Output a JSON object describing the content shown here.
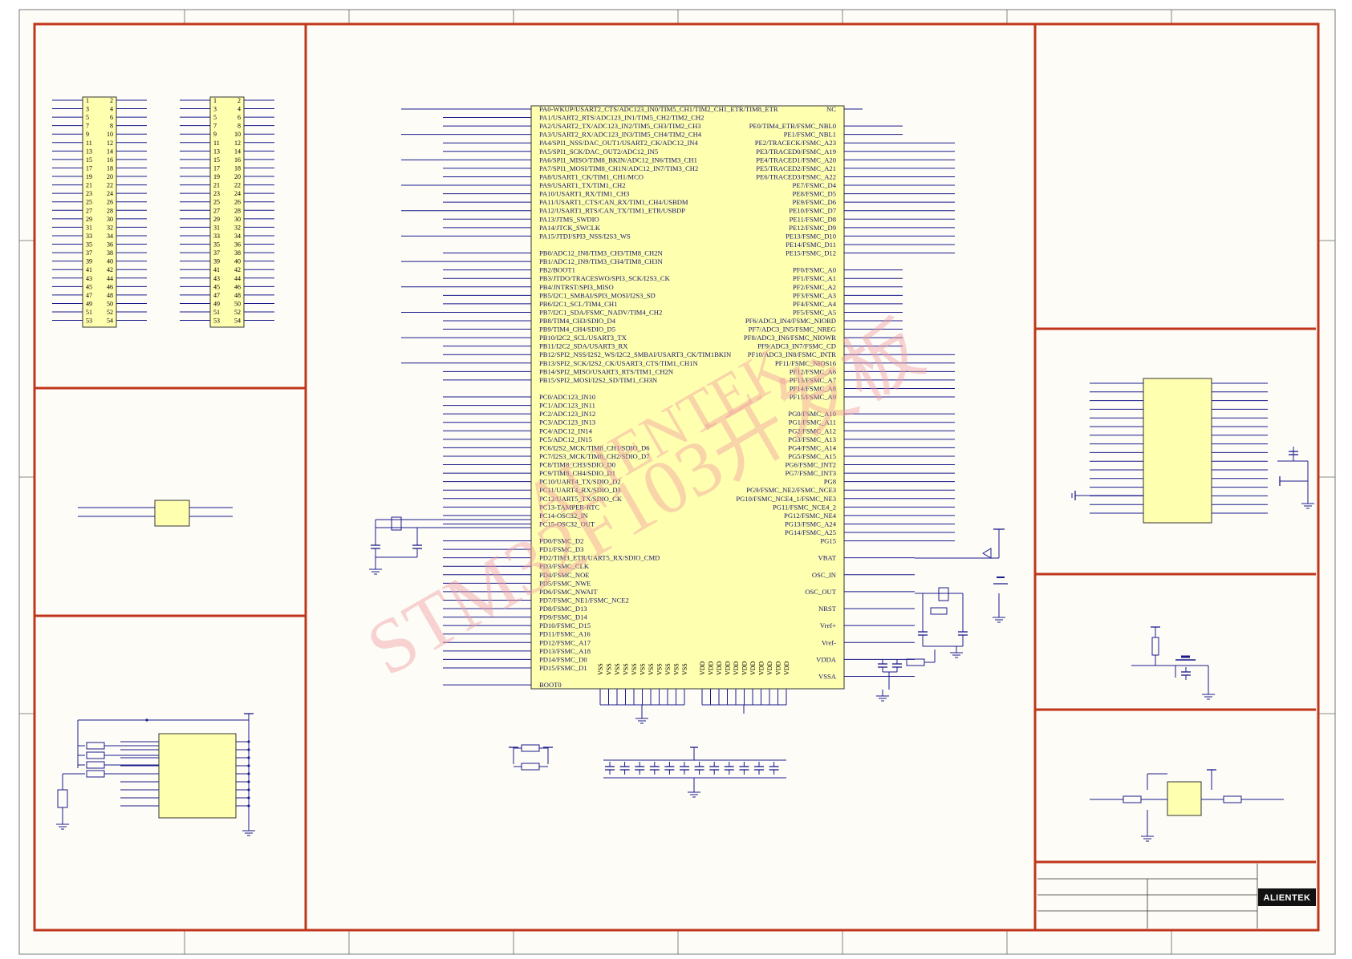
{
  "mcu": {
    "left_pins": [
      "PA0-WKUP/USART2_CTS/ADC123_IN0/TIM5_CH1/TIM2_CH1_ETR/TIM8_ETR",
      "PA1/USART2_RTS/ADC123_IN1/TIM5_CH2/TIM2_CH2",
      "PA2/USART2_TX/ADC123_IN2/TIM5_CH3/TIM2_CH3",
      "PA3/USART2_RX/ADC123_IN3/TIM5_CH4/TIM2_CH4",
      "PA4/SPI1_NSS/DAC_OUT1/USART2_CK/ADC12_IN4",
      "PA5/SPI1_SCK/DAC_OUT2/ADC12_IN5",
      "PA6/SPI1_MISO/TIM8_BKIN/ADC12_IN6/TIM3_CH1",
      "PA7/SPI1_MOSI/TIM8_CH1N/ADC12_IN7/TIM3_CH2",
      "PA8/USART1_CK/TIM1_CH1/MCO",
      "PA9/USART1_TX/TIM1_CH2",
      "PA10/USART1_RX/TIM1_CH3",
      "PA11/USART1_CTS/CAN_RX/TIM1_CH4/USBDM",
      "PA12/USART1_RTS/CAN_TX/TIM1_ETR/USBDP",
      "PA13/JTMS_SWDIO",
      "PA14/JTCK_SWCLK",
      "PA15/JTDI/SPI3_NSS/I2S3_WS",
      "",
      "PB0/ADC12_IN8/TIM3_CH3/TIM8_CH2N",
      "PB1/ADC12_IN9/TIM3_CH4/TIM8_CH3N",
      "PB2/BOOT1",
      "PB3/JTDO/TRACESWO/SPI3_SCK/I2S3_CK",
      "PB4/JNTRST/SPI3_MISO",
      "PB5/I2C1_SMBAI/SPI3_MOSI/I2S3_SD",
      "PB6/I2C1_SCL/TIM4_CH1",
      "PB7/I2C1_SDA/FSMC_NADV/TIM4_CH2",
      "PB8/TIM4_CH3/SDIO_D4",
      "PB9/TIM4_CH4/SDIO_D5",
      "PB10/I2C2_SCL/USART3_TX",
      "PB11/I2C2_SDA/USART3_RX",
      "PB12/SPI2_NSS/I2S2_WS/I2C2_SMBAI/USART3_CK/TIM1BKIN",
      "PB13/SPI2_SCK/I2S2_CK/USART3_CTS/TIM1_CH1N",
      "PB14/SPI2_MISO/USART3_RTS/TIM1_CH2N",
      "PB15/SPI2_MOSI/I2S2_SD/TIM1_CH3N",
      "",
      "PC0/ADC123_IN10",
      "PC1/ADC123_IN11",
      "PC2/ADC123_IN12",
      "PC3/ADC123_IN13",
      "PC4/ADC12_IN14",
      "PC5/ADC12_IN15",
      "PC6/I2S2_MCK/TIM8_CH1/SDIO_D6",
      "PC7/I2S3_MCK/TIM8_CH2/SDIO_D7",
      "PC8/TIM8_CH3/SDIO_D0",
      "PC9/TIM8_CH4/SDIO_D1",
      "PC10/UART4_TX/SDIO_D2",
      "PC11/UART4_RX/SDIO_D3",
      "PC12/UART5_TX/SDIO_CK",
      "PC13-TAMPER-RTC",
      "PC14-OSC32_IN",
      "PC15-OSC32_OUT",
      "",
      "PD0/FSMC_D2",
      "PD1/FSMC_D3",
      "PD2/TIM3_ETR/UART5_RX/SDIO_CMD",
      "PD3/FSMC_CLK",
      "PD4/FSMC_NOE",
      "PD5/FSMC_NWE",
      "PD6/FSMC_NWAIT",
      "PD7/FSMC_NE1/FSMC_NCE2",
      "PD8/FSMC_D13",
      "PD9/FSMC_D14",
      "PD10/FSMC_D15",
      "PD11/FSMC_A16",
      "PD12/FSMC_A17",
      "PD13/FSMC_A18",
      "PD14/FSMC_D0",
      "PD15/FSMC_D1",
      "",
      "BOOT0"
    ],
    "right_pins": [
      "NC",
      "",
      "PE0/TIM4_ETR/FSMC_NBL0",
      "PE1/FSMC_NBL1",
      "PE2/TRACECK/FSMC_A23",
      "PE3/TRACED0/FSMC_A19",
      "PE4/TRACED1/FSMC_A20",
      "PE5/TRACED2/FSMC_A21",
      "PE6/TRACED3/FSMC_A22",
      "PE7/FSMC_D4",
      "PE8/FSMC_D5",
      "PE9/FSMC_D6",
      "PE10/FSMC_D7",
      "PE11/FSMC_D8",
      "PE12/FSMC_D9",
      "PE13/FSMC_D10",
      "PE14/FSMC_D11",
      "PE15/FSMC_D12",
      "",
      "PF0/FSMC_A0",
      "PF1/FSMC_A1",
      "PF2/FSMC_A2",
      "PF3/FSMC_A3",
      "PF4/FSMC_A4",
      "PF5/FSMC_A5",
      "PF6/ADC3_IN4/FSMC_NIORD",
      "PF7/ADC3_IN5/FSMC_NREG",
      "PF8/ADC3_IN6/FSMC_NIOWR",
      "PF9/ADC3_IN7/FSMC_CD",
      "PF10/ADC3_IN8/FSMC_INTR",
      "PF11/FSMC_NIOS16",
      "PF12/FSMC_A6",
      "PF13/FSMC_A7",
      "PF14/FSMC_A8",
      "PF15/FSMC_A9",
      "",
      "PG0/FSMC_A10",
      "PG1/FSMC_A11",
      "PG2/FSMC_A12",
      "PG3/FSMC_A13",
      "PG4/FSMC_A14",
      "PG5/FSMC_A15",
      "PG6/FSMC_INT2",
      "PG7/FSMC_INT3",
      "PG8",
      "PG9/FSMC_NE2/FSMC_NCE3",
      "PG10/FSMC_NCE4_1/FSMC_NE3",
      "PG11/FSMC_NCE4_2",
      "PG12/FSMC_NE4",
      "PG13/FSMC_A24",
      "PG14/FSMC_A25",
      "PG15",
      "",
      "VBAT",
      "",
      "OSC_IN",
      "",
      "OSC_OUT",
      "",
      "NRST",
      "",
      "Vref+",
      "",
      "Vref-",
      "",
      "VDDA",
      "",
      "VSSA"
    ],
    "vss_label": "VSS",
    "vdd_label": "VDD"
  },
  "headers": {
    "rows": [
      [
        "1",
        "2"
      ],
      [
        "3",
        "4"
      ],
      [
        "5",
        "6"
      ],
      [
        "7",
        "8"
      ],
      [
        "9",
        "10"
      ],
      [
        "11",
        "12"
      ],
      [
        "13",
        "14"
      ],
      [
        "15",
        "16"
      ],
      [
        "17",
        "18"
      ],
      [
        "19",
        "20"
      ],
      [
        "21",
        "22"
      ],
      [
        "23",
        "24"
      ],
      [
        "25",
        "26"
      ],
      [
        "27",
        "28"
      ],
      [
        "29",
        "30"
      ],
      [
        "31",
        "32"
      ],
      [
        "33",
        "34"
      ],
      [
        "35",
        "36"
      ],
      [
        "37",
        "38"
      ],
      [
        "39",
        "40"
      ],
      [
        "41",
        "42"
      ],
      [
        "43",
        "44"
      ],
      [
        "45",
        "46"
      ],
      [
        "47",
        "48"
      ],
      [
        "49",
        "50"
      ],
      [
        "51",
        "52"
      ],
      [
        "53",
        "54"
      ]
    ]
  },
  "watermark": "STM32F103开发板",
  "watermark2": "ALIENTEK",
  "title_block": {
    "logo": "ALIENTEK"
  },
  "colors": {
    "border": "#c0361b",
    "wire": "#1a1a8c",
    "component_fill": "#ffffb0",
    "watermark": "#f0a0a0",
    "background": "#fdfcf7"
  }
}
